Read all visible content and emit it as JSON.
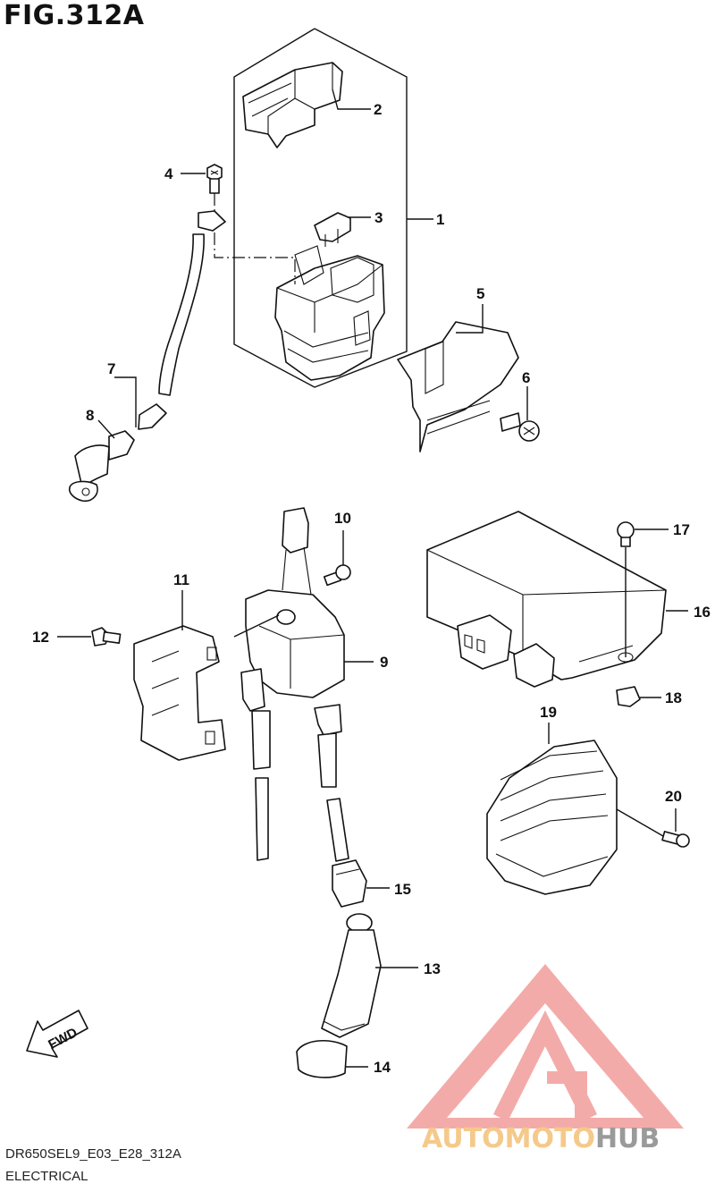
{
  "figure": {
    "title": "FIG.312A",
    "code": "DR650SEL9_E03_E28_312A",
    "description": "ELECTRICAL",
    "fwd_label": "FWD"
  },
  "callouts": [
    "1",
    "2",
    "3",
    "4",
    "5",
    "6",
    "7",
    "8",
    "9",
    "10",
    "11",
    "12",
    "13",
    "14",
    "15",
    "16",
    "17",
    "18",
    "19",
    "20"
  ],
  "watermark": {
    "brand_part1": "AUTOMOTO",
    "brand_part2": "HUB",
    "colors": {
      "logo": "#f2a3a0",
      "part1": "#f5c98a",
      "part2": "#9a9a9a"
    }
  }
}
